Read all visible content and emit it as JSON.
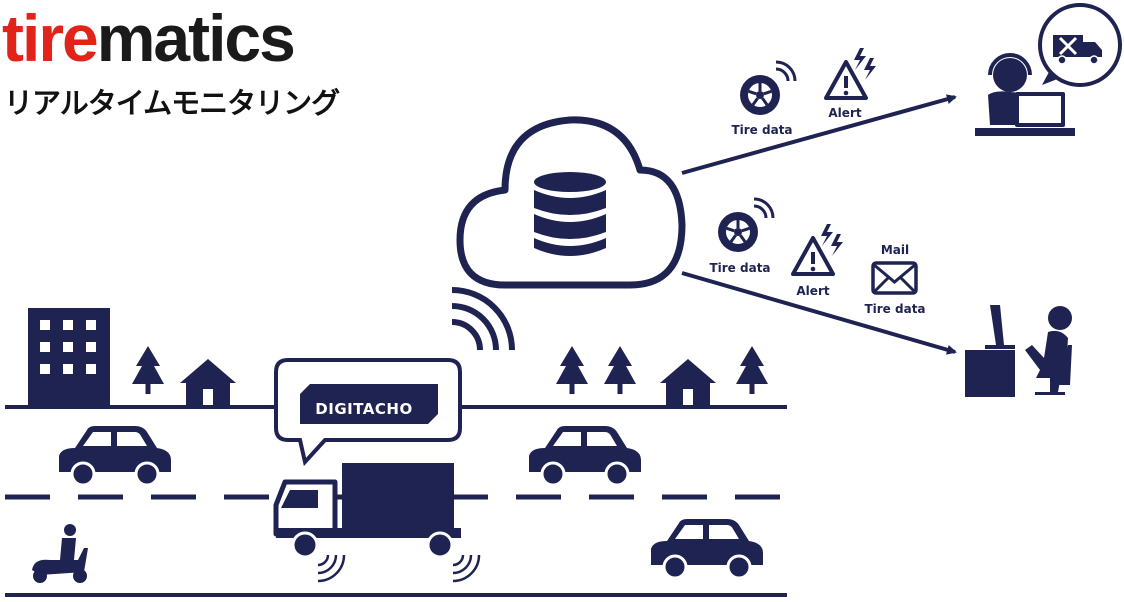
{
  "logo": {
    "part1": "tire",
    "part2": "matics",
    "subtitle": "リアルタイムモニタリング"
  },
  "colors": {
    "navy": "#1f2352",
    "brand_red": "#e2231a"
  },
  "upper_flow": {
    "tire_label": "Tire data",
    "alert_label": "Alert"
  },
  "lower_flow": {
    "tire_label": "Tire data",
    "alert_label": "Alert",
    "mail_label": "Mail",
    "mail_sub_label": "Tire data"
  },
  "device": {
    "label": "DIGITACHO"
  }
}
